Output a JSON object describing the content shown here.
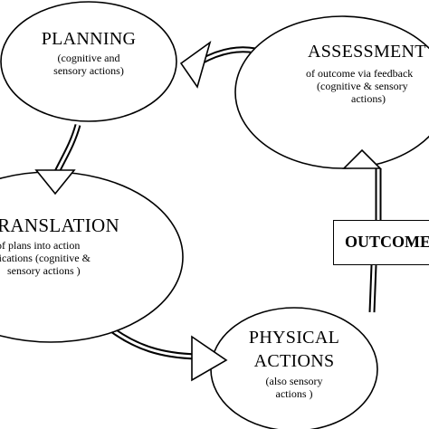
{
  "diagram": {
    "planning": {
      "title": "PLANNING",
      "sub1": "(cognitive and",
      "sub2": "sensory actions)"
    },
    "assessment": {
      "title": "ASSESSMENT",
      "sub1": "of outcome via feedback",
      "sub2": "(cognitive & sensory",
      "sub3": "actions)"
    },
    "translation": {
      "title": "TRANSLATION",
      "sub1": "of plans into action",
      "sub2": "specifications (cognitive &",
      "sub3": "sensory actions )"
    },
    "physical_actions": {
      "title1": "PHYSICAL",
      "title2": "ACTIONS",
      "sub1": "(also sensory",
      "sub2": "actions )"
    },
    "outcome": {
      "label": "OUTCOME"
    }
  }
}
